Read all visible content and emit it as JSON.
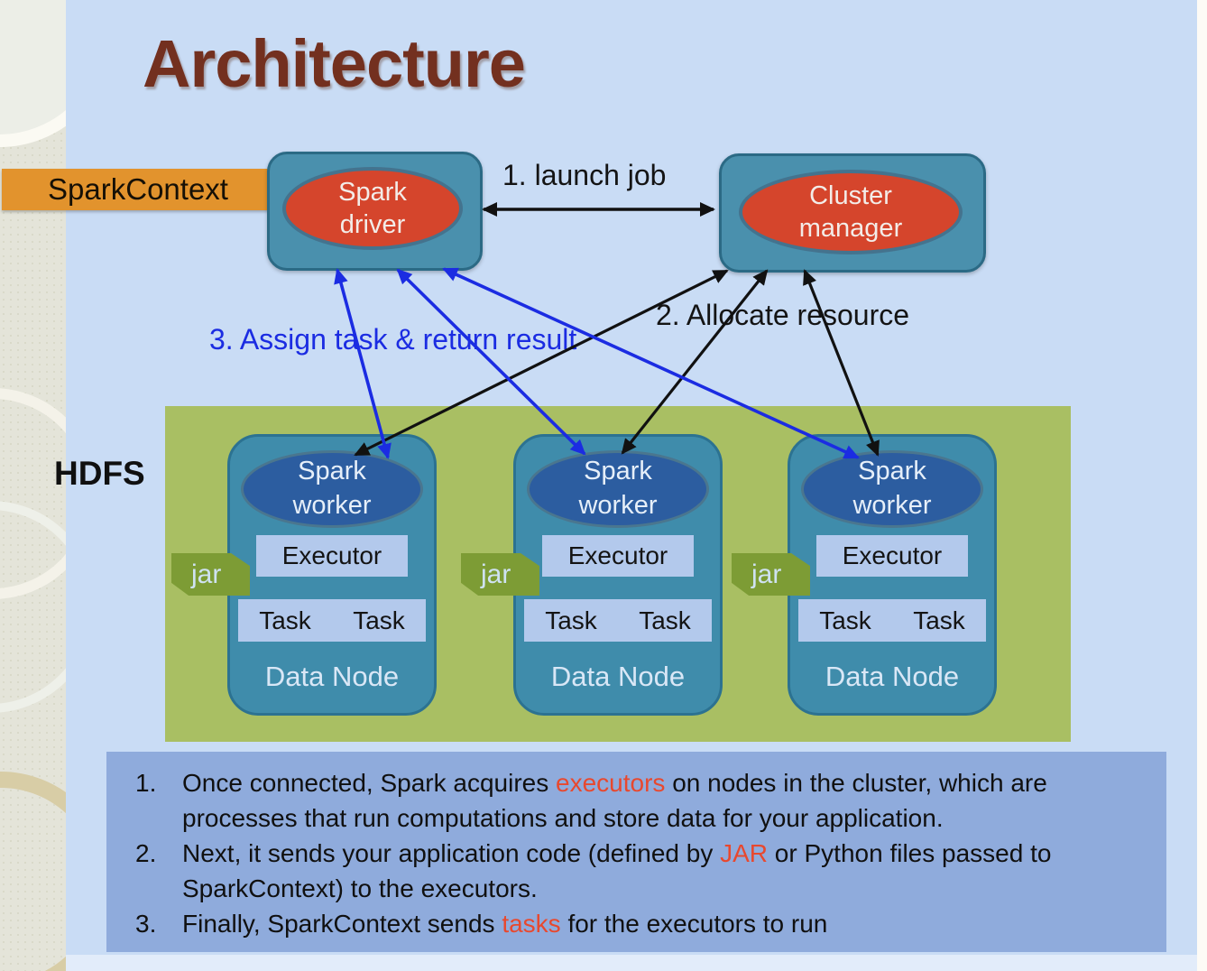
{
  "slide": {
    "title": "Architecture",
    "spark_context_label": "SparkContext",
    "hdfs_label": "HDFS",
    "driver": {
      "label": "Spark driver"
    },
    "cluster_manager": {
      "label": "Cluster manager"
    },
    "flow_labels": {
      "launch_job": "1. launch job",
      "allocate_resource": "2. Allocate resource",
      "assign_task": "3. Assign task & return result"
    },
    "nodes": [
      {
        "worker": "Spark worker",
        "executor": "Executor",
        "tasks": [
          "Task",
          "Task"
        ],
        "jar": "jar",
        "footer": "Data Node"
      },
      {
        "worker": "Spark worker",
        "executor": "Executor",
        "tasks": [
          "Task",
          "Task"
        ],
        "jar": "jar",
        "footer": "Data Node"
      },
      {
        "worker": "Spark worker",
        "executor": "Executor",
        "tasks": [
          "Task",
          "Task"
        ],
        "jar": "jar",
        "footer": "Data Node"
      }
    ],
    "notes": {
      "items": [
        {
          "number": "1.",
          "segments": [
            {
              "text": "Once connected, Spark acquires "
            },
            {
              "text": "executors",
              "highlight": true
            },
            {
              "text": " on nodes in the cluster, which are processes that run computations and store data for your application."
            }
          ]
        },
        {
          "number": "2.",
          "segments": [
            {
              "text": "Next, it sends your application code (defined by "
            },
            {
              "text": "JAR",
              "highlight": true
            },
            {
              "text": " or Python files passed to SparkContext) to the executors."
            }
          ]
        },
        {
          "number": "3.",
          "segments": [
            {
              "text": "Finally, SparkContext sends "
            },
            {
              "text": "tasks",
              "highlight": true
            },
            {
              "text": " for the executors to run"
            }
          ]
        }
      ]
    },
    "colors": {
      "slide_background": "#c9dcf5",
      "title_text": "#73301f",
      "spark_context_bar": "#e2932d",
      "group_box_teal": "#4a90ad",
      "group_box_border": "#2b6a85",
      "driver_manager_ellipse_red": "#d5452c",
      "worker_ellipse_blue": "#2c5da0",
      "hdfs_panel_green": "#a9bf63",
      "jar_tab_olive": "#7d9c35",
      "executor_task_box": "#b3c9ec",
      "notes_box_blue": "#8fabdc",
      "highlight_red": "#e8482e",
      "assign_arrow_blue": "#1b2ce2",
      "black_arrow": "#111111"
    }
  }
}
